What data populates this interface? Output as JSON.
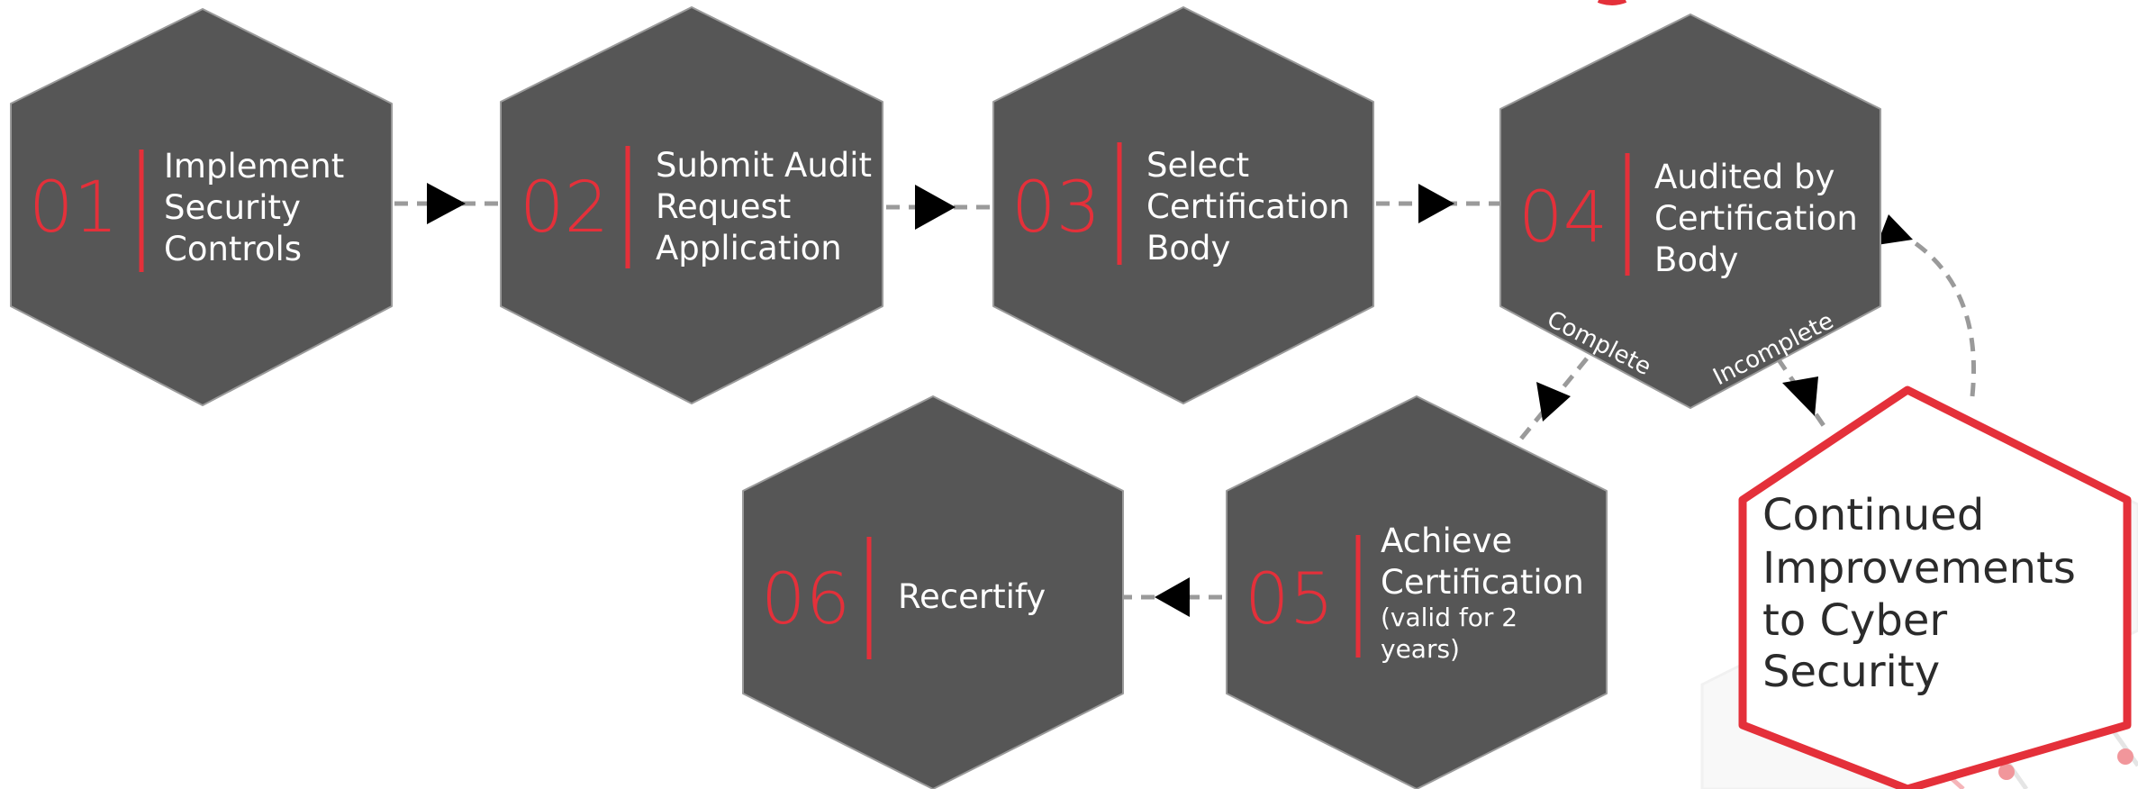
{
  "steps": [
    {
      "number": "01",
      "lines": [
        "Implement",
        "Security",
        "Controls"
      ]
    },
    {
      "number": "02",
      "lines": [
        "Submit Audit",
        "Request",
        "Application"
      ]
    },
    {
      "number": "03",
      "lines": [
        "Select",
        "Certification",
        "Body"
      ]
    },
    {
      "number": "04",
      "lines": [
        "Audited by",
        "Certification",
        "Body"
      ]
    },
    {
      "number": "05",
      "lines": [
        "Achieve",
        "Certification"
      ],
      "note_lines": [
        "(valid for 2",
        "years)"
      ]
    },
    {
      "number": "06",
      "lines": [
        "Recertify"
      ]
    }
  ],
  "edge_labels": {
    "complete": "Complete",
    "incomplete": "Incomplete"
  },
  "improvement": {
    "lines": [
      "Continued",
      "Improvements",
      "to Cyber",
      "Security"
    ]
  },
  "colors": {
    "hex_fill": "#565656",
    "accent": "#e4303a",
    "connector": "#9a9a9a",
    "arrow": "#000000"
  }
}
